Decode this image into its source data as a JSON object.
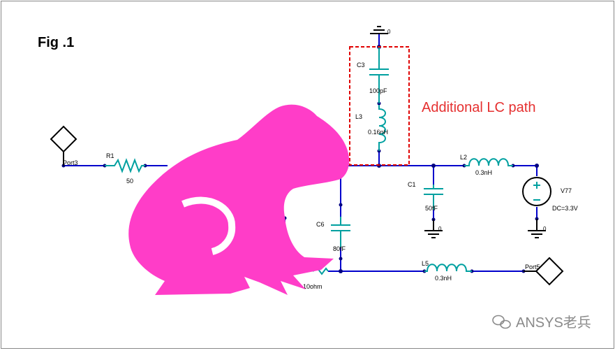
{
  "figure": {
    "title": "Fig .1",
    "annotation": "Additional LC path",
    "watermark": "ANSYS老兵"
  },
  "components": {
    "port3": "Port3",
    "port5": "Port5",
    "r1": {
      "ref": "R1",
      "value": "50"
    },
    "c3": {
      "ref": "C3",
      "value": "100pF"
    },
    "l3": {
      "ref": "L3",
      "value": "0.16nH"
    },
    "c1": {
      "ref": "C1",
      "value": "50fF"
    },
    "l2": {
      "ref": "L2",
      "value": "0.3nH"
    },
    "v77": {
      "ref": "V77",
      "value": "DC=3.3V"
    },
    "c6": {
      "ref": "C6",
      "value": "80fF"
    },
    "l5": {
      "ref": "L5",
      "value": "0.3nH"
    },
    "r_bottom": {
      "value": "10ohm"
    },
    "ground_label": "0"
  },
  "colors": {
    "wire": "#0000cc",
    "component": "#00a0a0",
    "highlight_box": "#e00000",
    "annotation": "#e53030",
    "overlay": "#ff3dc8"
  }
}
